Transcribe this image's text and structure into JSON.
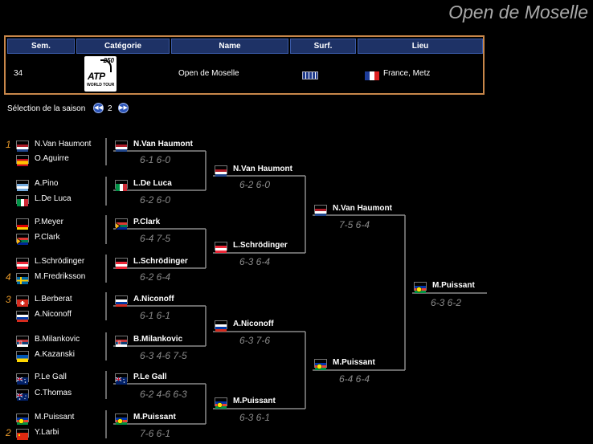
{
  "page_title": "Open de Moselle",
  "info_table": {
    "headers": [
      "Sem.",
      "Catégorie",
      "Name",
      "Surf.",
      "Lieu"
    ],
    "week": "34",
    "category_logo": {
      "number": "250",
      "text": "ATP",
      "sub": "WORLD TOUR"
    },
    "name": "Open de Moselle",
    "surface_icon": "hard-court-icon",
    "location": "France, Metz",
    "location_flag": "fr-flag"
  },
  "season": {
    "label": "Sélection de la saison",
    "value": "2"
  },
  "colors": {
    "seed": "#e89a2a",
    "score": "#8a8a8a",
    "header_bg": "#1e3266",
    "border": "#c8874a"
  },
  "r1": [
    {
      "seed": "1",
      "name": "N.Van Haumont",
      "flag": "nl"
    },
    {
      "seed": "",
      "name": "O.Aguirre",
      "flag": "es"
    },
    {
      "seed": "",
      "name": "A.Pino",
      "flag": "ar"
    },
    {
      "seed": "",
      "name": "L.De Luca",
      "flag": "it"
    },
    {
      "seed": "",
      "name": "P.Meyer",
      "flag": "de"
    },
    {
      "seed": "",
      "name": "P.Clark",
      "flag": "za"
    },
    {
      "seed": "",
      "name": "L.Schrödinger",
      "flag": "at"
    },
    {
      "seed": "4",
      "name": "M.Fredriksson",
      "flag": "se"
    },
    {
      "seed": "3",
      "name": "L.Berberat",
      "flag": "ch"
    },
    {
      "seed": "",
      "name": "A.Niconoff",
      "flag": "ru"
    },
    {
      "seed": "",
      "name": "B.Milankovic",
      "flag": "rs"
    },
    {
      "seed": "",
      "name": "A.Kazanski",
      "flag": "ua"
    },
    {
      "seed": "",
      "name": "P.Le Gall",
      "flag": "nc"
    },
    {
      "seed": "",
      "name": "C.Thomas",
      "flag": "au"
    },
    {
      "seed": "",
      "name": "M.Puissant",
      "flag": "nc2"
    },
    {
      "seed": "2",
      "name": "Y.Larbi",
      "flag": "cn"
    }
  ],
  "r2": [
    {
      "name": "N.Van Haumont",
      "flag": "nl",
      "score": "6-1 6-0"
    },
    {
      "name": "L.De Luca",
      "flag": "it",
      "score": "6-2 6-0"
    },
    {
      "name": "P.Clark",
      "flag": "za",
      "score": "6-4 7-5"
    },
    {
      "name": "L.Schrödinger",
      "flag": "at",
      "score": "6-2 6-4"
    },
    {
      "name": "A.Niconoff",
      "flag": "ru",
      "score": "6-1 6-1"
    },
    {
      "name": "B.Milankovic",
      "flag": "rs",
      "score": "6-3 4-6 7-5"
    },
    {
      "name": "P.Le Gall",
      "flag": "nc",
      "score": "6-2 4-6 6-3"
    },
    {
      "name": "M.Puissant",
      "flag": "nc2",
      "score": "7-6 6-1"
    }
  ],
  "qf": [
    {
      "name": "N.Van Haumont",
      "flag": "nl",
      "score": "6-2 6-0"
    },
    {
      "name": "L.Schrödinger",
      "flag": "at",
      "score": "6-3 6-4"
    },
    {
      "name": "A.Niconoff",
      "flag": "ru",
      "score": "6-3 7-6"
    },
    {
      "name": "M.Puissant",
      "flag": "nc2",
      "score": "6-3 6-1"
    }
  ],
  "sf": [
    {
      "name": "N.Van Haumont",
      "flag": "nl",
      "score": "7-5 6-4"
    },
    {
      "name": "M.Puissant",
      "flag": "nc2",
      "score": "6-4 6-4"
    }
  ],
  "final": {
    "name": "M.Puissant",
    "flag": "nc2",
    "score": "6-3 6-2"
  }
}
